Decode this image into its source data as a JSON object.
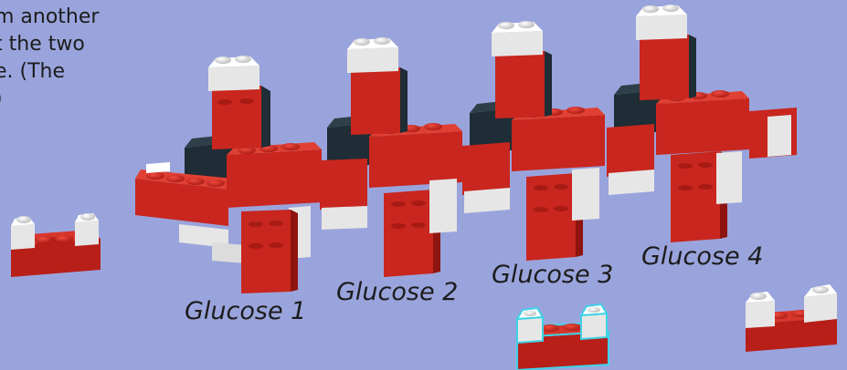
{
  "intro_text": {
    "lines": [
      "m another",
      "t the two",
      "e. (The",
      ")"
    ]
  },
  "glucose_labels": [
    "Glucose 1",
    "Glucose 2",
    "Glucose 3",
    "Glucose 4"
  ],
  "colors": {
    "background": "#9aa4dc",
    "red_brick": "#c8261e",
    "dark_brick": "#1f2d36",
    "white_brick": "#e6e6e6",
    "highlight_outline": "#3fd2e6"
  }
}
